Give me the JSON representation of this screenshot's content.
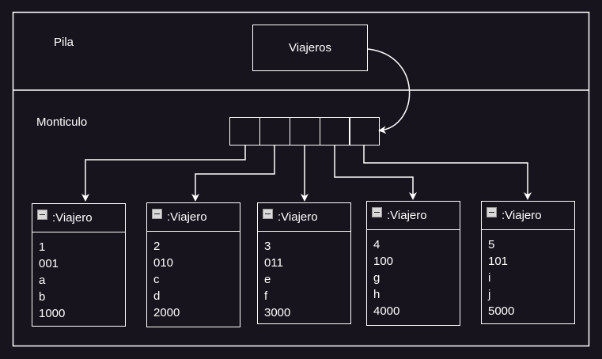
{
  "sections": {
    "stack_label": "Pila",
    "heap_label": "Monticulo"
  },
  "stack": {
    "reference_label": "Viajeros"
  },
  "array": {
    "cell_count": 5
  },
  "objects": [
    {
      "title": ":Viajero",
      "fields": [
        "1",
        "001",
        "a",
        "b",
        "1000"
      ]
    },
    {
      "title": ":Viajero",
      "fields": [
        "2",
        "010",
        "c",
        "d",
        "2000"
      ]
    },
    {
      "title": ":Viajero",
      "fields": [
        "3",
        "011",
        "e",
        "f",
        "3000"
      ]
    },
    {
      "title": ":Viajero",
      "fields": [
        "4",
        "100",
        "g",
        "h",
        "4000"
      ]
    },
    {
      "title": ":Viajero",
      "fields": [
        "5",
        "101",
        "i",
        "j",
        "5000"
      ]
    }
  ],
  "colors": {
    "background": "#18141d",
    "stroke": "#ffffff",
    "icon_fill": "#d9d9d9"
  }
}
